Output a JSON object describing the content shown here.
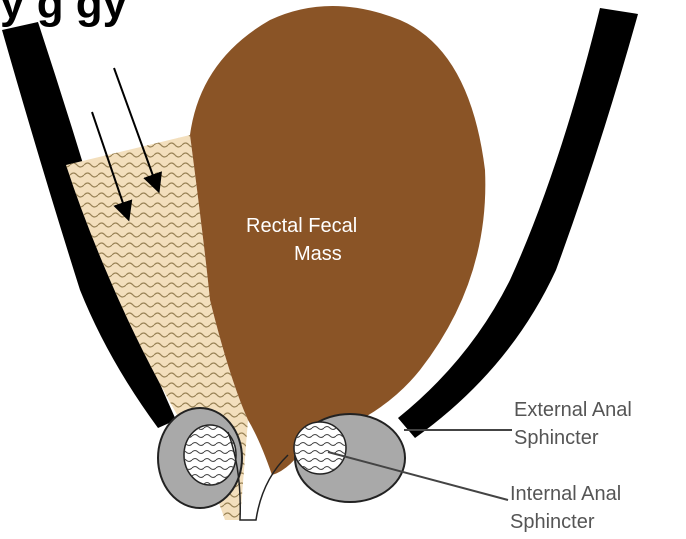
{
  "header_fragment": "y  g  gy",
  "labels": {
    "mass_line1": "Rectal Fecal",
    "mass_line2": "Mass",
    "external_line1": "External Anal",
    "external_line2": "Sphincter",
    "internal_line1": "Internal Anal",
    "internal_line2": "Sphincter"
  },
  "colors": {
    "wall": "#000000",
    "fecal_mass": "#8a5426",
    "fluid_fill": "#f3dfbd",
    "fluid_wave": "#9a8458",
    "sphincter_external": "#a9a9a9",
    "sphincter_internal": "#e8e8e8",
    "label_text": "#555555"
  }
}
